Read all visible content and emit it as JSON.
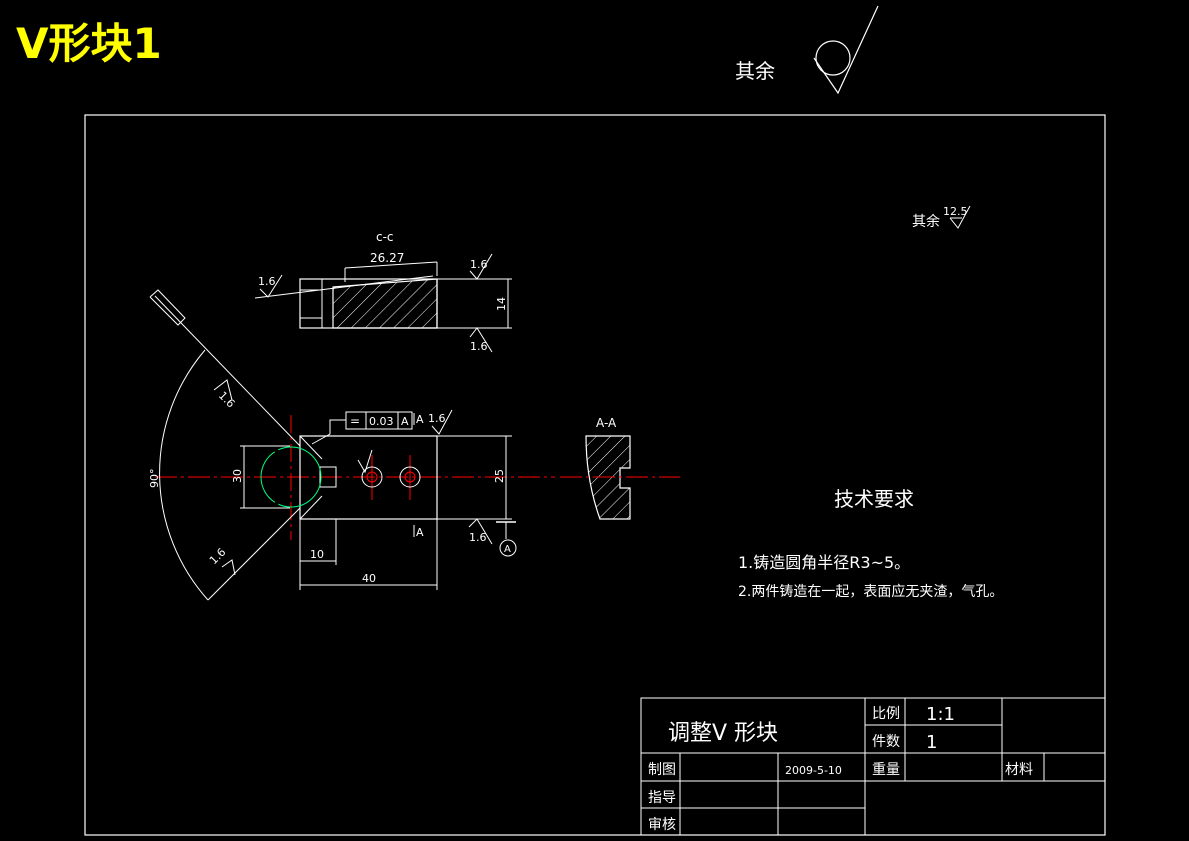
{
  "header": {
    "title": "V形块1",
    "rest_surface_label": "其余"
  },
  "drawing": {
    "rest_roughness_label": "其余",
    "rest_roughness_value": "12.5",
    "section_cc_label": "c-c",
    "section_aa_label": "A-A",
    "dim_26_27": "26.27",
    "dim_14": "14",
    "dim_30": "30",
    "dim_25": "25",
    "dim_10": "10",
    "dim_40": "40",
    "angle_90": "90°",
    "roughness_1_6": "1.6",
    "tolerance_symbol": "=",
    "tolerance_value": "0.03",
    "tolerance_datum": "A",
    "section_mark_a": "A",
    "datum_label": "A"
  },
  "tech_requirements": {
    "heading": "技术要求",
    "line1": "1.铸造圆角半径R3~5。",
    "line2": "2.两件铸造在一起，表面应无夹渣，气孔。"
  },
  "title_block": {
    "part_name": "调整V 形块",
    "scale_label": "比例",
    "scale_value": "1:1",
    "count_label": "件数",
    "count_value": "1",
    "drawn_label": "制图",
    "date": "2009-5-10",
    "weight_label": "重量",
    "material_label": "材料",
    "guide_label": "指导",
    "review_label": "审核"
  },
  "colors": {
    "background": "#000000",
    "line": "#ffffff",
    "center": "#ff0000",
    "circle": "#00ff80",
    "title": "#ffff00"
  }
}
